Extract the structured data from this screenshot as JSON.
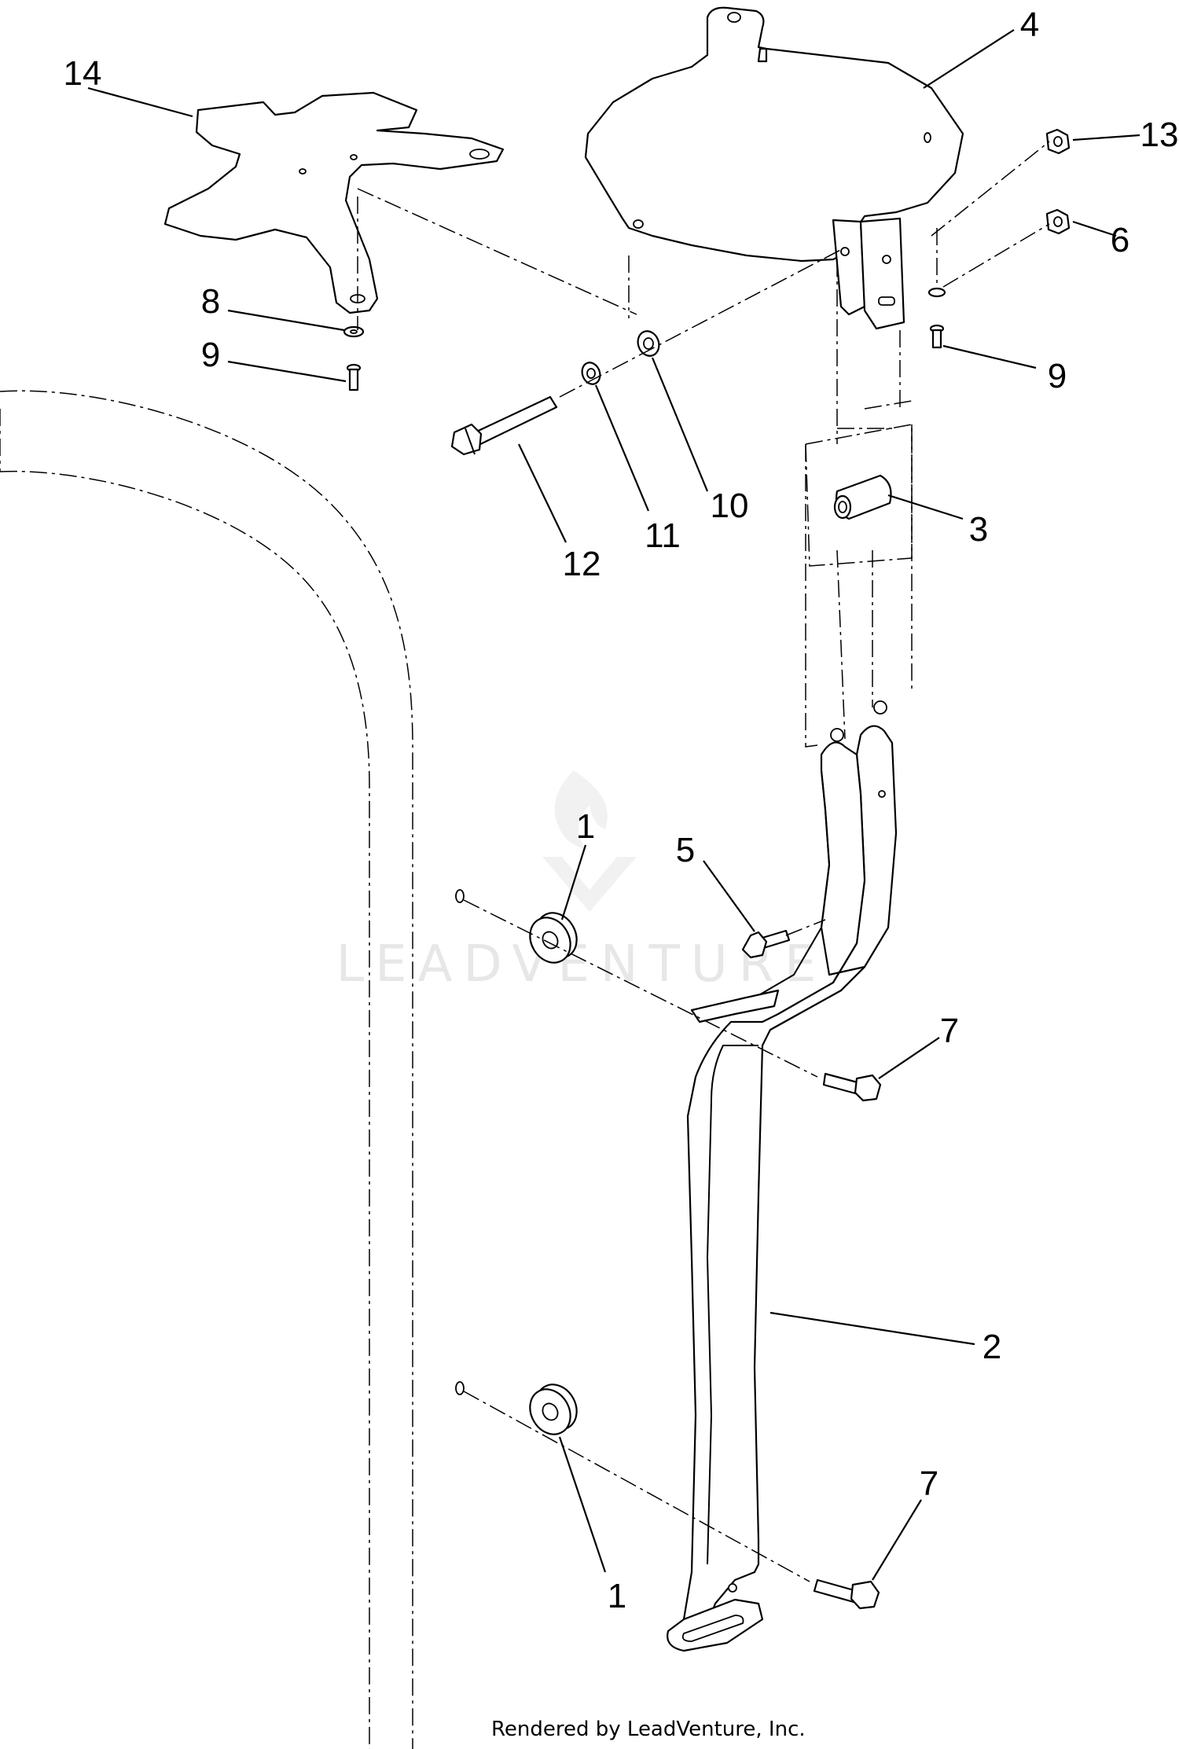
{
  "callouts": {
    "c1a": "1",
    "c1b": "1",
    "c2": "2",
    "c3": "3",
    "c4": "4",
    "c5": "5",
    "c6": "6",
    "c7a": "7",
    "c7b": "7",
    "c8": "8",
    "c9a": "9",
    "c9b": "9",
    "c10": "10",
    "c11": "11",
    "c12": "12",
    "c13": "13",
    "c14": "14"
  },
  "watermark": "LEADVENTURE",
  "footer": "Rendered by LeadVenture, Inc."
}
